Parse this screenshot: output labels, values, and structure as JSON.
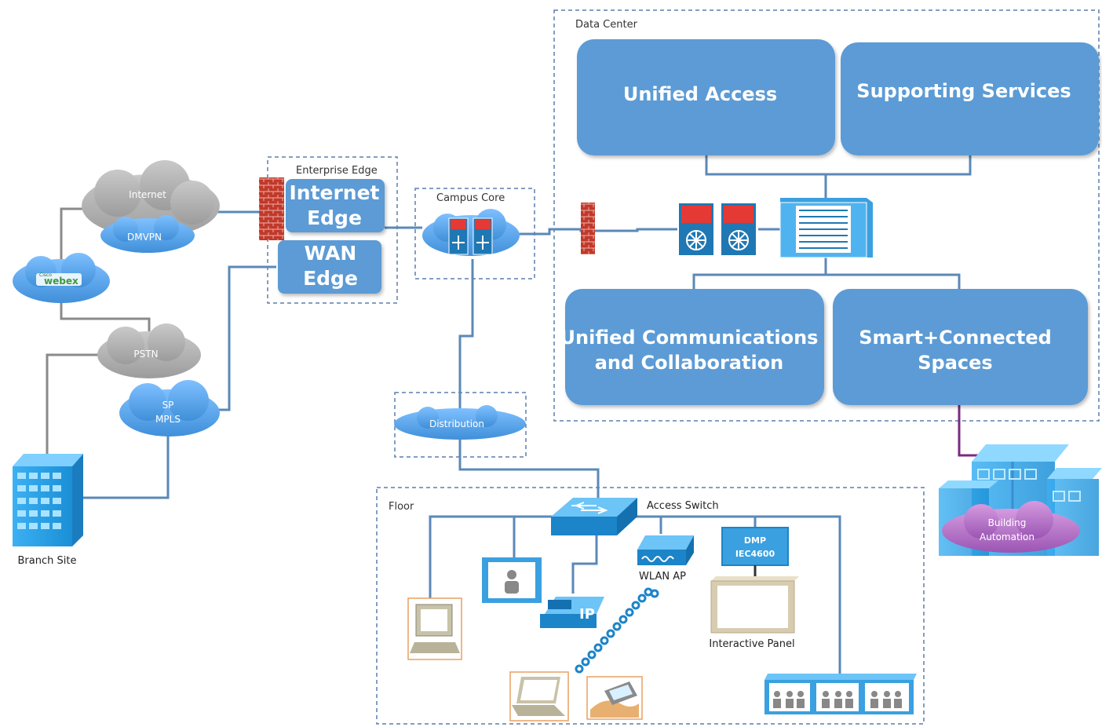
{
  "zones": {
    "data_center": "Data Center",
    "enterprise_edge": "Enterprise Edge",
    "campus_core": "Campus Core",
    "floor": "Floor"
  },
  "blocks": {
    "unified_access": "Unified Access",
    "supporting_services": "Supporting Services",
    "ucc_line1": "Unified Communications",
    "ucc_line2": "and Collaboration",
    "smart_line1": "Smart+Connected",
    "smart_line2": "Spaces",
    "internet_edge_line1": "Internet",
    "internet_edge_line2": "Edge",
    "wan_edge_line1": "WAN",
    "wan_edge_line2": "Edge"
  },
  "clouds": {
    "internet": "Internet",
    "dmvpn": "DMVPN",
    "webex_small": "Cisco",
    "webex": "webex",
    "pstn": "PSTN",
    "sp_line1": "SP",
    "sp_line2": "MPLS",
    "distribution": "Distribution",
    "building_line1": "Building",
    "building_line2": "Automation"
  },
  "devices": {
    "branch_site": "Branch Site",
    "access_switch": "Access Switch",
    "wlan_ap": "WLAN AP",
    "dmp_line1": "DMP",
    "dmp_line2": "IEC4600",
    "interactive_panel": "Interactive Panel",
    "ip_phone": "IP"
  },
  "colors": {
    "block_blue": "#5b9bd5",
    "link_blue": "#5b88b8",
    "gray_link": "#8a8a8a",
    "purple_link": "#7a2a7f",
    "firewall_red": "#c0392b"
  }
}
